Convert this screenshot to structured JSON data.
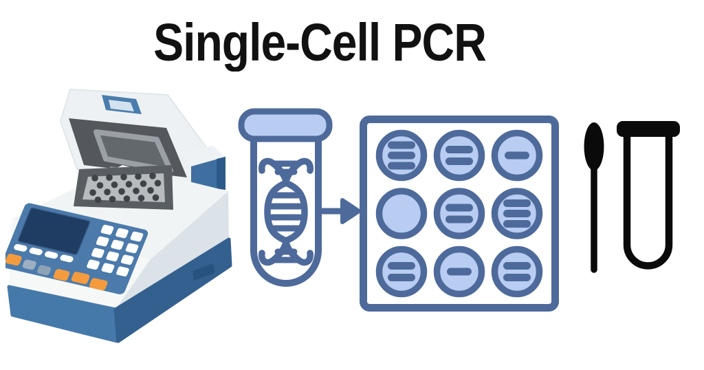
{
  "title": "Single-Cell PCR",
  "colors": {
    "text_black": "#111111",
    "icon_black": "#0a0a0a",
    "slate_blue_outline": "#4d6a9b",
    "light_blue_fill": "#b9cdf2",
    "machine_body_white": "#f5f7f7",
    "machine_side_gray": "#dce3e8",
    "machine_base_blue": "#4579aa",
    "machine_base_blue_dark": "#33608e",
    "panel_blue": "#4b7aab",
    "screen_navy": "#1f3c63",
    "button_orange": "#f49b3e",
    "lid_inner_gray": "#54585d",
    "well_plate_gray": "#b7bbbe"
  },
  "icons": {
    "thermal_cycler": "pcr-thermal-cycler-icon",
    "dna_tube": "test-tube-with-dna-icon",
    "flow_arrow": "right-arrow-icon",
    "cell_grid": "single-cell-well-plate-icon",
    "swab": "swab-icon",
    "sample_tube": "sample-tube-icon"
  },
  "cell_grid": {
    "rows": 3,
    "cols": 3,
    "bar_counts": [
      [
        3,
        2,
        1
      ],
      [
        0,
        2,
        3
      ],
      [
        2,
        1,
        2
      ]
    ]
  },
  "thermal_cycler": {
    "well_rows": 4,
    "well_cols": 5
  }
}
